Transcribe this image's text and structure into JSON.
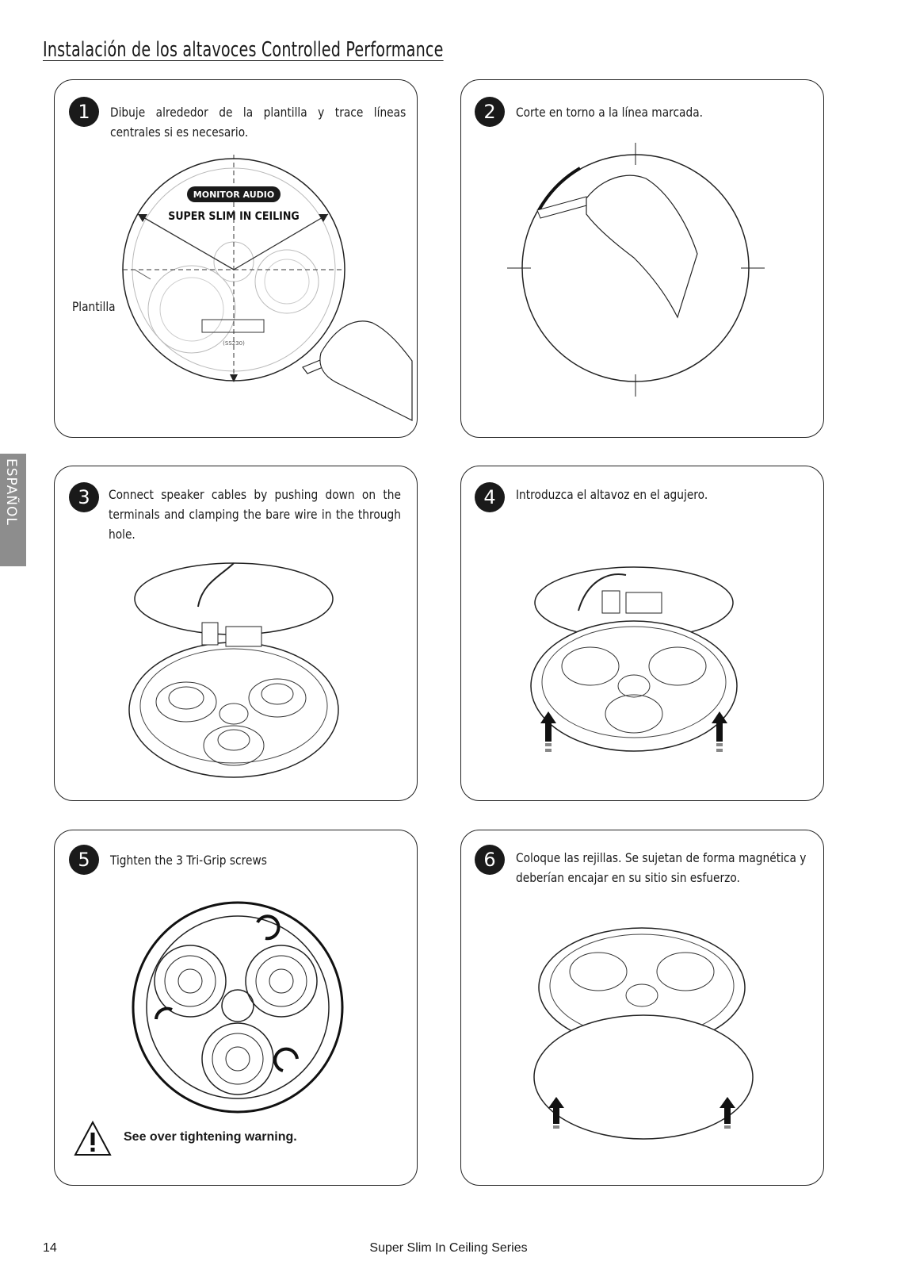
{
  "page": {
    "title": "Instalación de los altavoces Controlled Performance",
    "side_tab": "ESPAÑOL",
    "page_number": "14",
    "series": "Super Slim In Ceiling Series"
  },
  "steps": [
    {
      "number": "1",
      "text": "Dibuje alrededor de la plantilla y trace líneas centrales si es necesario.",
      "callout": "Plantilla",
      "brand": "MONITOR AUDIO",
      "model": "SUPER SLIM  IN CEILING",
      "model_code": "(SS230)"
    },
    {
      "number": "2",
      "text": "Corte en torno a la línea marcada."
    },
    {
      "number": "3",
      "text": "Connect speaker cables by pushing down on the terminals and clamping the bare wire in the through hole."
    },
    {
      "number": "4",
      "text": "Introduzca el altavoz en el agujero."
    },
    {
      "number": "5",
      "text": "Tighten the 3 Tri-Grip screws",
      "warning": "See over tightening warning."
    },
    {
      "number": "6",
      "text": "Coloque las rejillas. Se sujetan de forma magnética y deberían encajar en su sitio sin esfuerzo."
    }
  ]
}
